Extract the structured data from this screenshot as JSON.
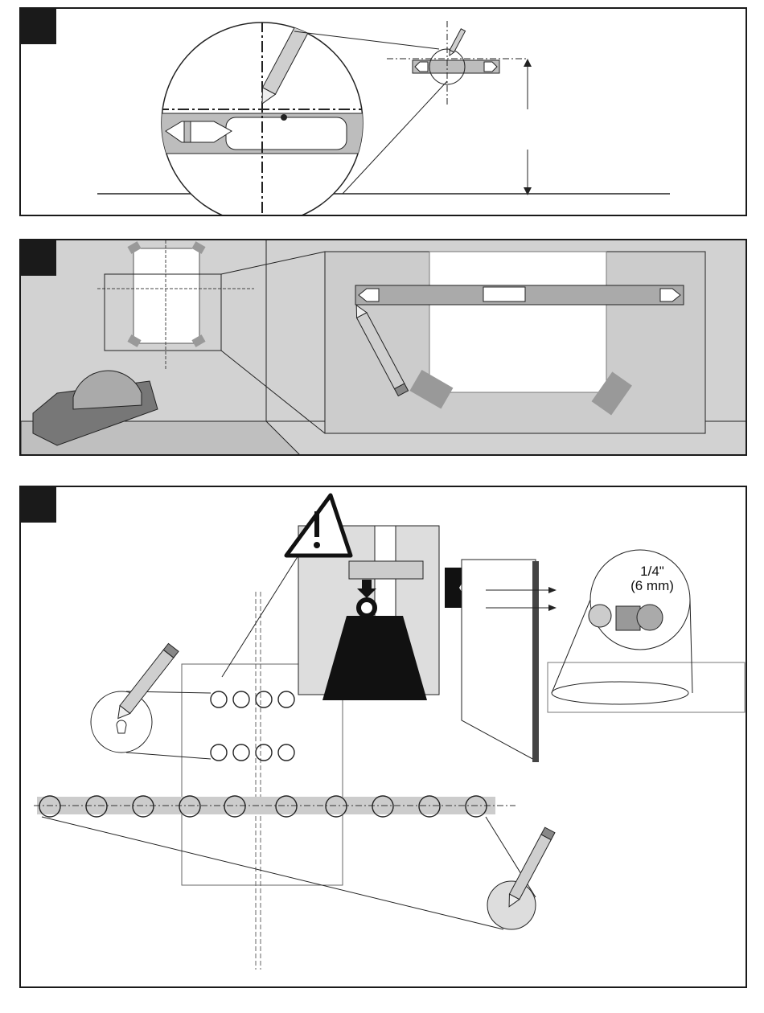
{
  "figure": {
    "panels": [
      {
        "name": "step-1",
        "description_visible": false
      },
      {
        "name": "step-2",
        "description_visible": false
      },
      {
        "name": "step-3",
        "description_visible": false
      }
    ],
    "screw_spec": {
      "fraction": "1/4\"",
      "metric": "(6 mm)"
    }
  }
}
